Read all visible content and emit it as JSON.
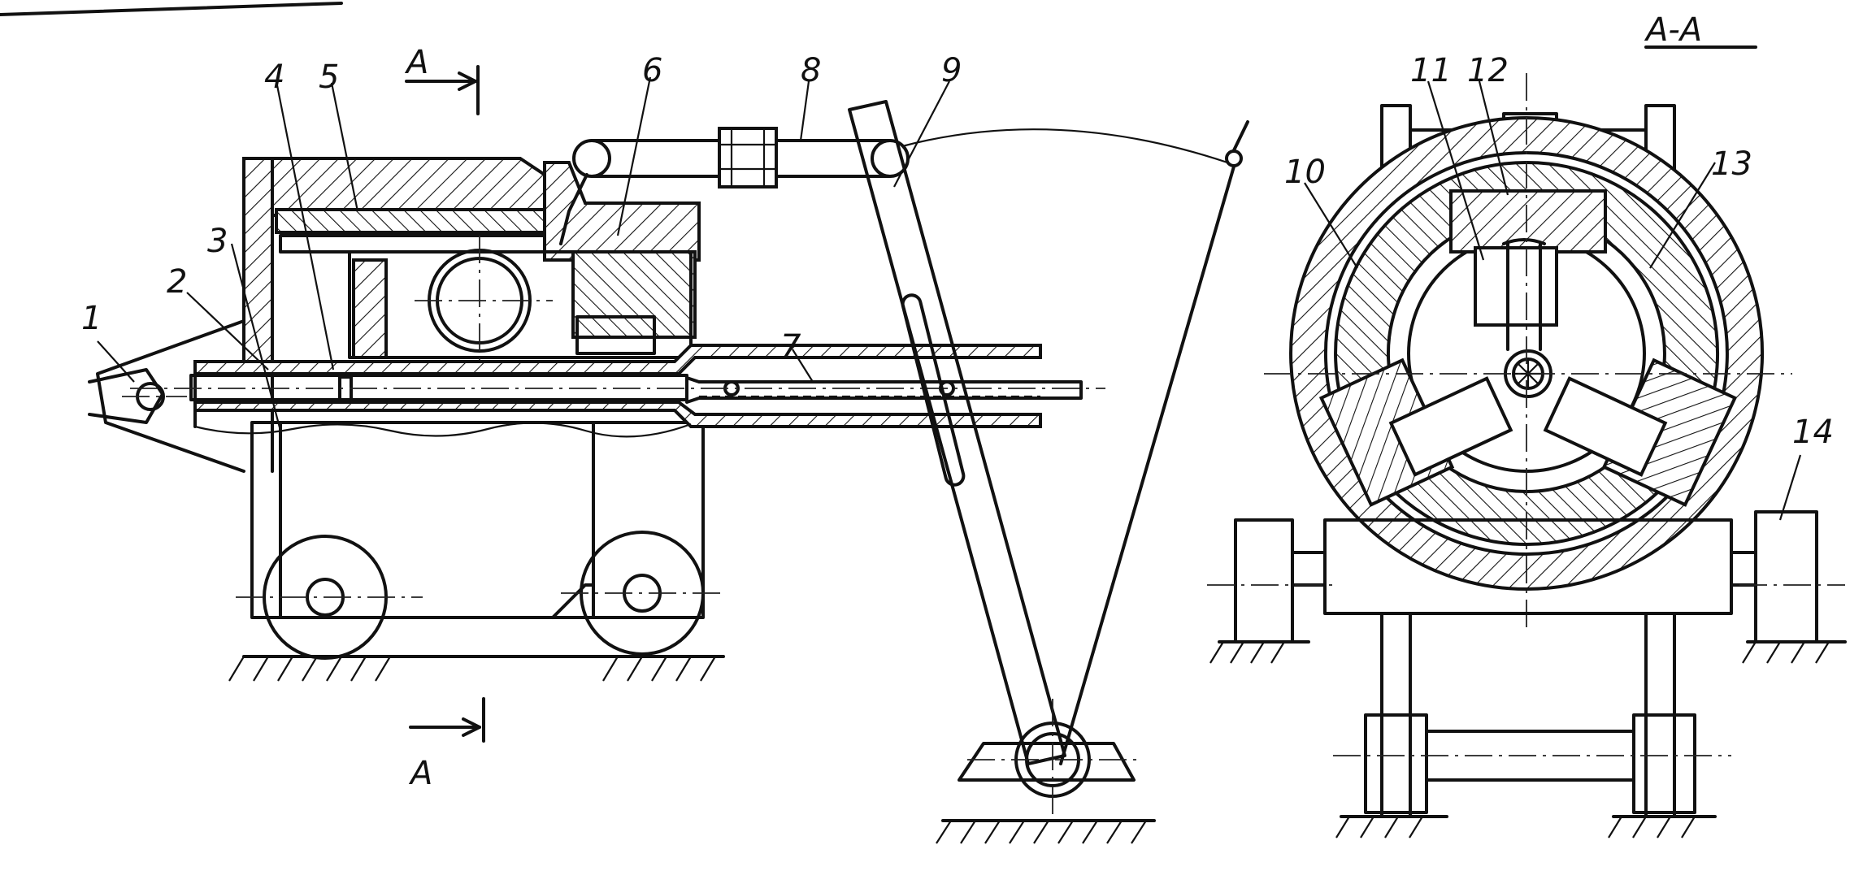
{
  "section_title": "А-А",
  "section_marks": {
    "top": "А",
    "bottom": "А",
    "left_view": "А"
  },
  "labels": {
    "n1": "1",
    "n2": "2",
    "n3": "3",
    "n4": "4",
    "n5": "5",
    "n6": "6",
    "n7": "7",
    "n8": "8",
    "n9": "9",
    "n10": "10",
    "n11": "11",
    "n12": "12",
    "n13": "13",
    "n14": "14"
  }
}
